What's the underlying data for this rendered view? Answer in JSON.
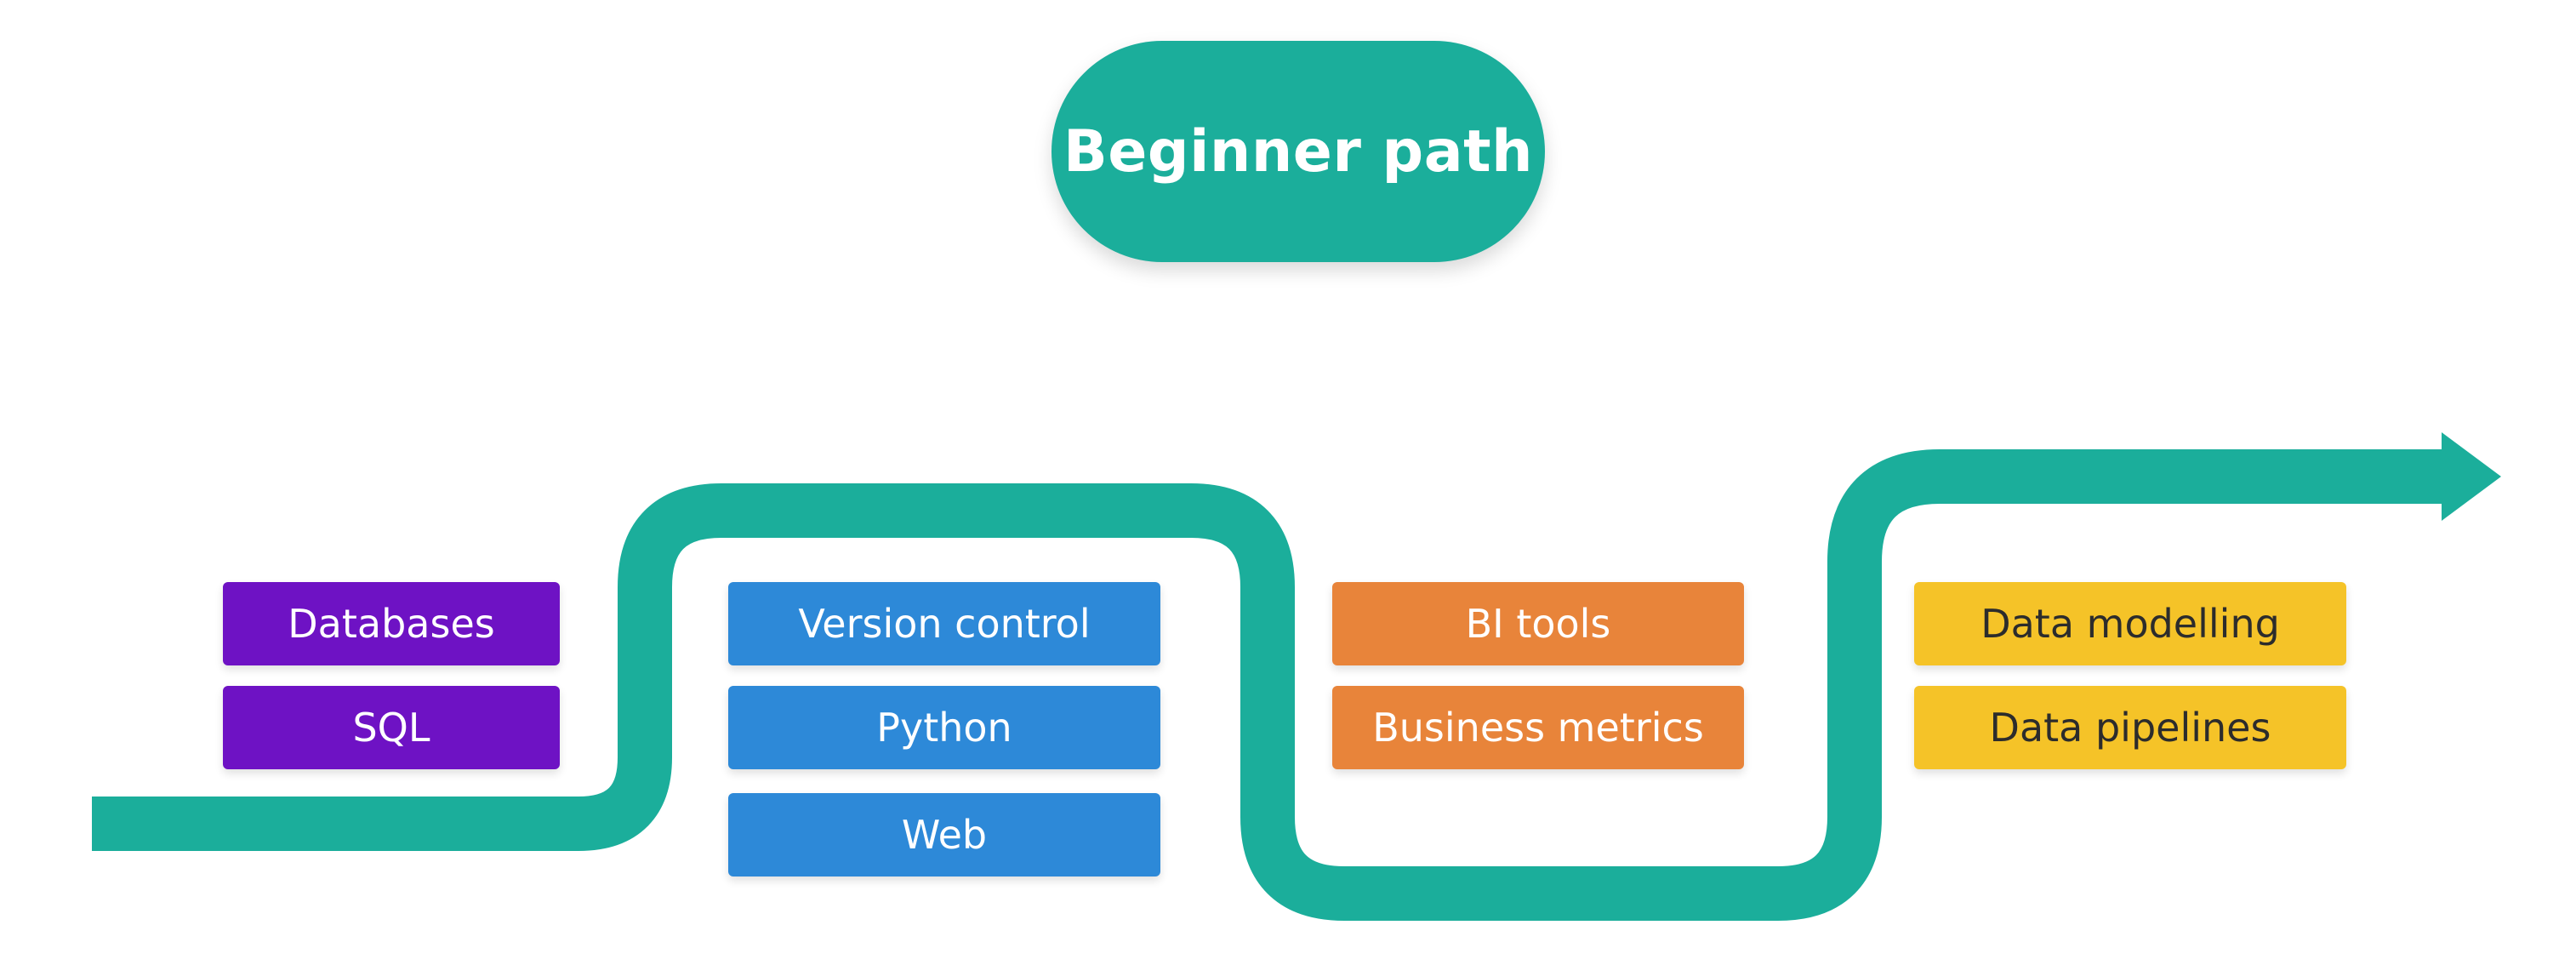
{
  "title": "Beginner path",
  "colors": {
    "path": "#1bae9b",
    "purple": "#6e12c4",
    "blue": "#2d89d8",
    "orange": "#e8843a",
    "yellow": "#f5c328"
  },
  "stages": [
    {
      "color": "purple",
      "items": [
        "Databases",
        "SQL"
      ]
    },
    {
      "color": "blue",
      "items": [
        "Version control",
        "Python",
        "Web"
      ]
    },
    {
      "color": "orange",
      "items": [
        "BI tools",
        "Business metrics"
      ]
    },
    {
      "color": "yellow",
      "items": [
        "Data modelling",
        "Data pipelines"
      ]
    }
  ]
}
